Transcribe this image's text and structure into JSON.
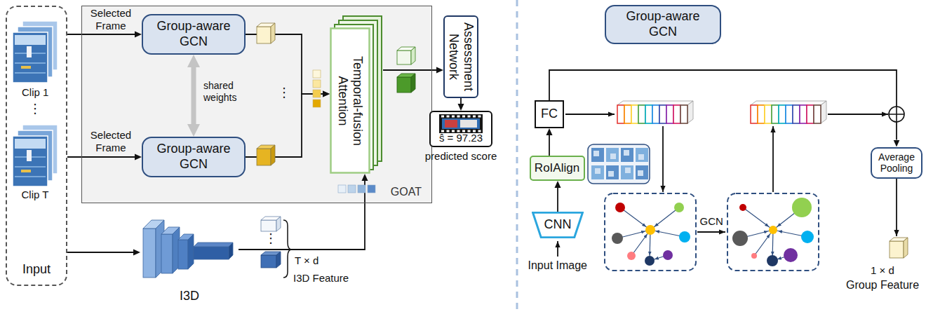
{
  "diagram": {
    "nodes": [
      {
        "text": [
          "Input"
        ]
      },
      {
        "text": [
          "GOAT"
        ]
      },
      {
        "text": [
          "Group-aware GCN"
        ],
        "in": 1
      },
      {
        "text": [
          "Group-aware GCN"
        ],
        "in": 1
      },
      {
        "text": [
          "Temporal-fusion Attention"
        ],
        "in": 1
      },
      {
        "text": [
          "Assessment Network"
        ]
      },
      {
        "text": [
          "ŝ = 97.23",
          "predicted score"
        ]
      },
      {
        "text": [
          "I3D"
        ]
      },
      {
        "text": [
          "Group-aware GCN"
        ]
      },
      {
        "text": [
          "FC"
        ]
      },
      {
        "text": [
          "RoIAlign"
        ]
      },
      {
        "text": [
          "CNN"
        ]
      },
      {
        "text": [
          "Average Pooling"
        ]
      }
    ],
    "edges": [
      {
        "from": 0,
        "to": 2,
        "arrow": "to",
        "label": "Selected Frame"
      },
      {
        "from": 0,
        "to": 3,
        "arrow": "to",
        "label": "Selected Frame"
      },
      {
        "from": 0,
        "to": 7,
        "arrow": "to"
      },
      {
        "from": 2,
        "to": 3,
        "arrow": "both",
        "label": "shared weights"
      },
      {
        "from": 2,
        "to": 4,
        "arrow": "to"
      },
      {
        "from": 3,
        "to": 4,
        "arrow": "to"
      },
      {
        "from": 7,
        "to": 4,
        "arrow": "to"
      },
      {
        "from": 4,
        "to": 5,
        "arrow": "to"
      },
      {
        "from": 5,
        "to": 6,
        "arrow": "to"
      },
      {
        "from": 11,
        "to": 10,
        "arrow": "to"
      },
      {
        "from": 10,
        "to": 9,
        "arrow": "to"
      },
      {
        "from": 9,
        "to": 12,
        "arrow": "to"
      }
    ],
    "labels": [
      "Clip 1",
      "⋮",
      "Clip T",
      "⋮",
      "⋮",
      "T × d",
      "I3D Feature",
      "Input Image",
      "GCN",
      "1 × d",
      "Group Feature"
    ]
  }
}
